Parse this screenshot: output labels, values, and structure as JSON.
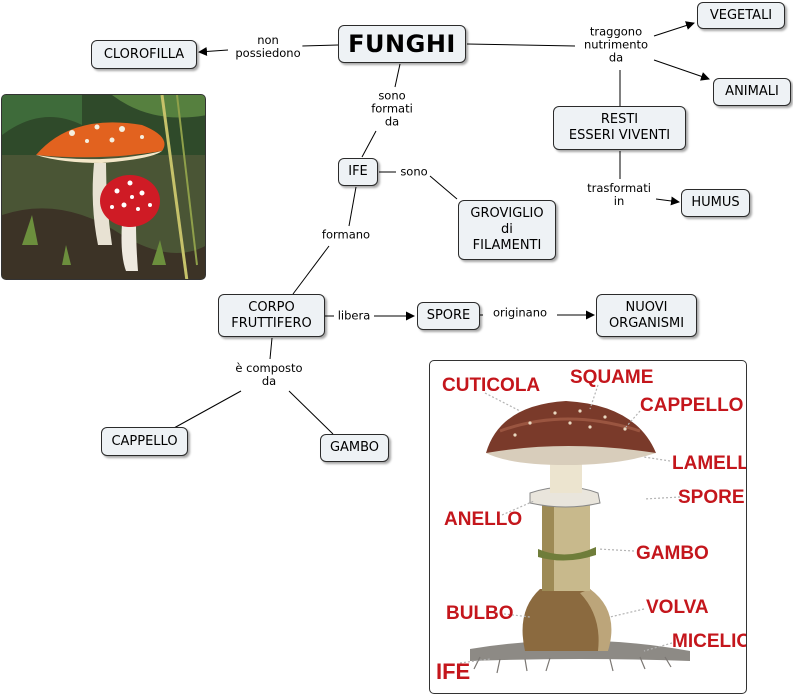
{
  "nodes": {
    "funghi": "FUNGHI",
    "clorofilla": "CLOROFILLA",
    "vegetali": "VEGETALI",
    "animali": "ANIMALI",
    "resti": "RESTI\nESSERI VIVENTI",
    "humus": "HUMUS",
    "ife": "IFE",
    "groviglio": "GROVIGLIO\ndi\nFILAMENTI",
    "corpo": "CORPO\nFRUTTIFERO",
    "spore": "SPORE",
    "nuovi": "NUOVI\nORGANISMI",
    "cappello": "CAPPELLO",
    "gambo": "GAMBO"
  },
  "links": {
    "non_possiedono": "non\npossiedono",
    "traggono": "traggono\nnutrimento\nda",
    "sono_formati": "sono\nformati\nda",
    "sono": "sono",
    "trasformati": "trasformati\nin",
    "formano": "formano",
    "libera": "libera",
    "originano": "originano",
    "composto": "è composto\nda"
  },
  "diagram_labels": {
    "cuticola": "CUTICOLA",
    "squame": "SQUAME",
    "cappello": "CAPPELLO",
    "lamelle": "LAMELLE",
    "spore": "SPORE",
    "anello": "ANELLO",
    "gambo": "GAMBO",
    "bulbo": "BULBO",
    "volva": "VOLVA",
    "micelio": "MICELIO",
    "ife": "IFE"
  },
  "colors": {
    "node_fill": "#eef2f5",
    "label_red": "#c4161c",
    "cap_red": "#d42a1a"
  }
}
